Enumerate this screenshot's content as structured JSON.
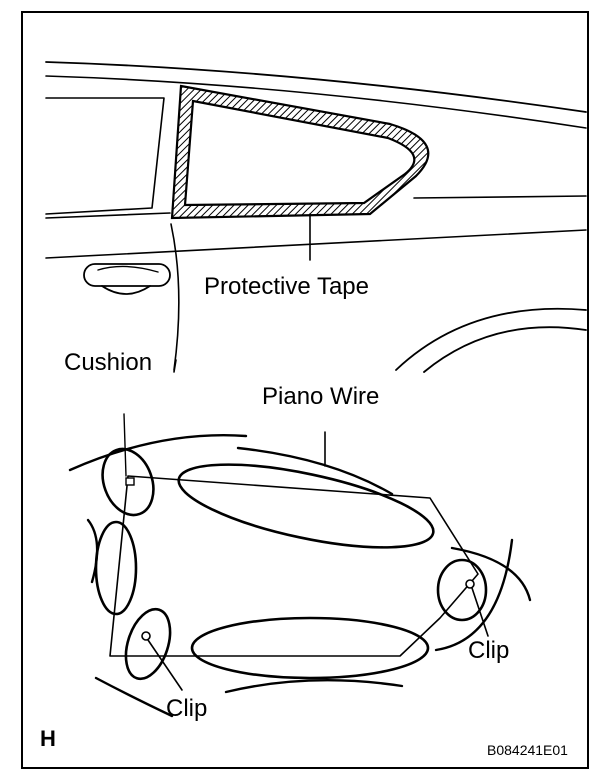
{
  "labels": {
    "protective_tape": "Protective Tape",
    "cushion": "Cushion",
    "piano_wire": "Piano Wire",
    "clip_right": "Clip",
    "clip_left": "Clip",
    "corner_letter": "H",
    "figure_code": "B084241E01"
  }
}
